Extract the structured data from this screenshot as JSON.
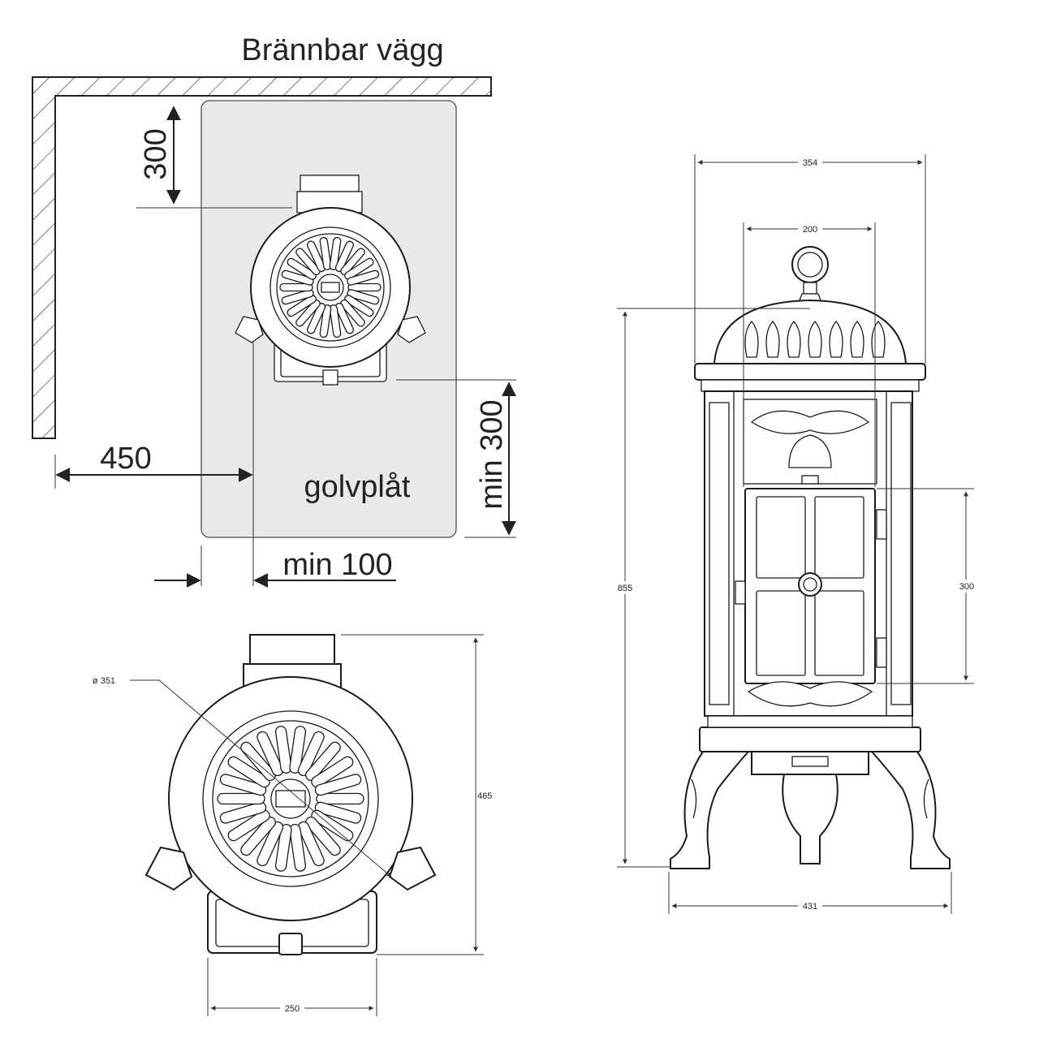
{
  "plan": {
    "wall_label": "Brännbar vägg",
    "floor_plate_label": "golvplåt",
    "dim_back": "300",
    "dim_side": "450",
    "dim_front": "min 300",
    "dim_edge": "min 100"
  },
  "top_view": {
    "dim_diameter": "ø 351",
    "dim_depth": "465",
    "dim_width": "250"
  },
  "front_view": {
    "dim_top_width": "354",
    "dim_flue": "200",
    "dim_height": "855",
    "dim_door": "300",
    "dim_base_width": "431"
  },
  "colors": {
    "floor_plate": "#e9e9e9",
    "line": "#222222"
  }
}
